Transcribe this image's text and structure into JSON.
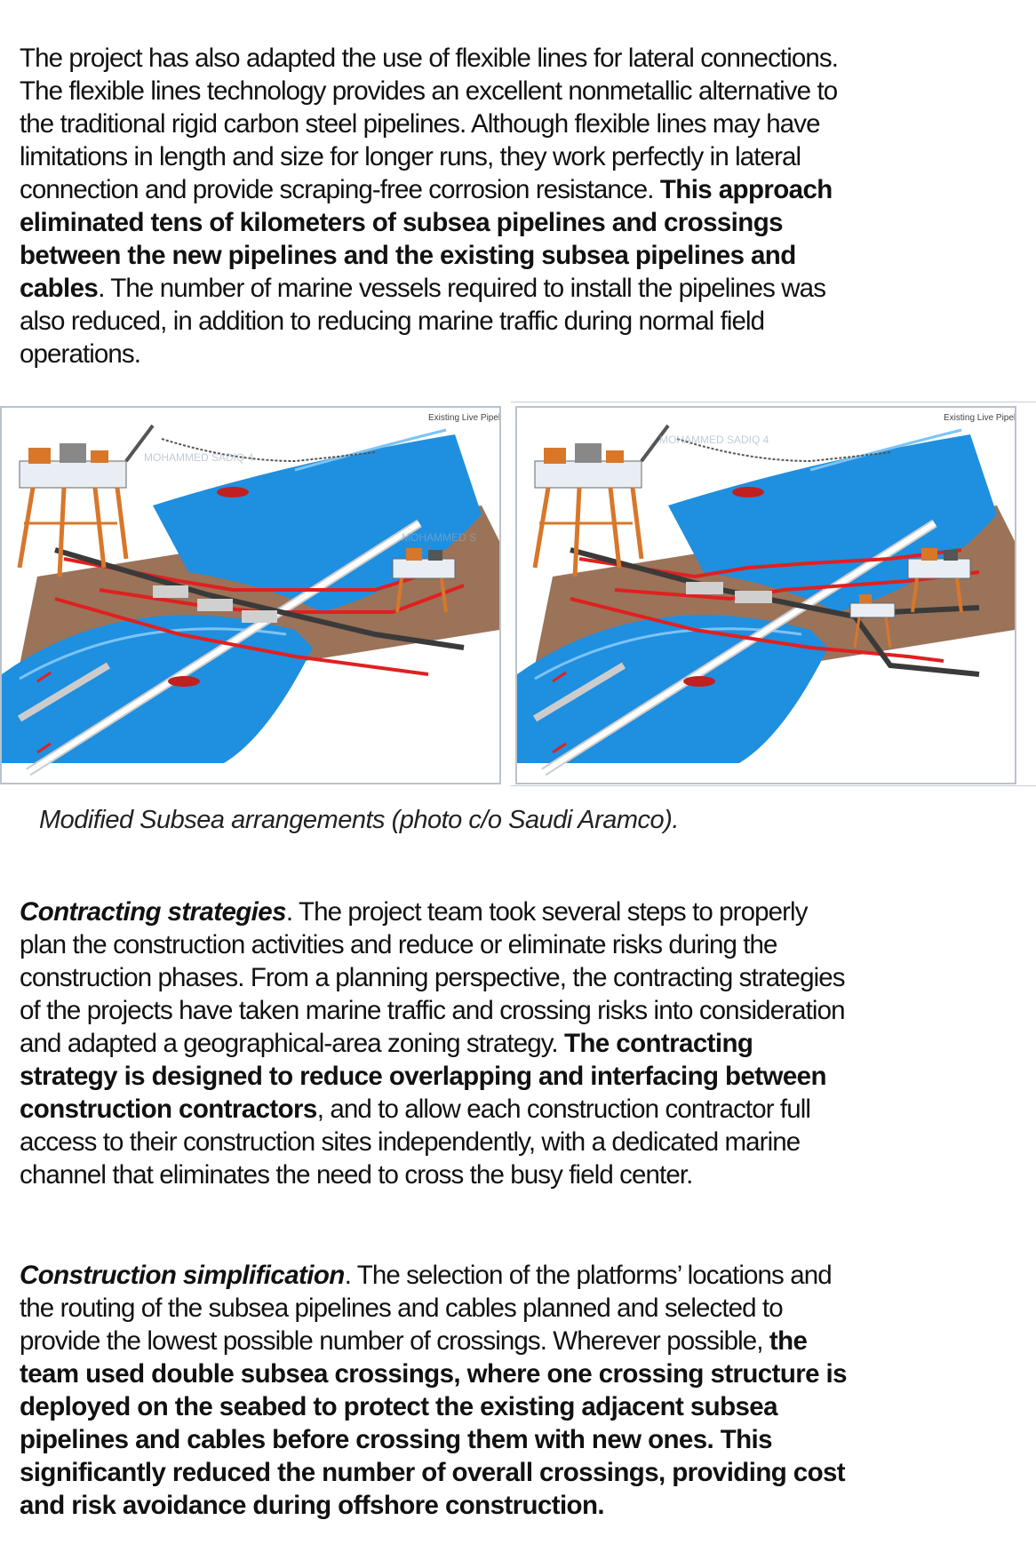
{
  "paragraph1": {
    "text_a": "The project has also adapted the use of flexible lines for lateral connections. The flexible lines technology provides an excellent nonmetallic alternative to the traditional rigid carbon steel pipelines. Although flexible lines may have limitations in length and size for longer runs, they work perfectly in lateral connection and provide scraping-free corrosion resistance. ",
    "bold_a": "This approach eliminated tens of kilometers of subsea pipelines and crossings between the new pipelines and the existing subsea pipelines and cables",
    "text_b": ". The number of marine vessels required to install the pipelines was also reduced, in addition to reducing marine traffic during normal field operations."
  },
  "figures": {
    "left_label": "Existing Live Pipelines & Cables",
    "right_label": "Existing Live Pipelines & Cables",
    "left_watermark": "MOHAMMED SADIQ 4",
    "right_watermark": "MOHAMMED SADIQ 4",
    "mid_watermark": "MOHAMMED S",
    "colors": {
      "sea": "#1f8fe0",
      "seabed": "#8a5a3c",
      "new_pipe": "#e02020",
      "existing_pipe": "#3a3a3a",
      "jacket": "#d8772a"
    }
  },
  "caption": "Modified Subsea arrangements (photo c/o Saudi Aramco).",
  "paragraph2": {
    "heading": "Contracting strategies",
    "text_a": ". The project team took several steps to properly plan the construction activities and reduce or eliminate risks during the construction phases. From a planning perspective, the contracting strategies of the projects have taken marine traffic and crossing risks into consideration and adapted a geographical-area zoning strategy. ",
    "bold_a": "The contracting strategy is designed to reduce overlapping and interfacing between construction contractors",
    "text_b": ", and to allow each construction contractor full access to their construction sites independently, with a dedicated marine channel that eliminates the need to cross the busy field center."
  },
  "paragraph3": {
    "heading": "Construction simplification",
    "text_a": ". The selection of the platforms’ locations and the routing of the subsea pipelines and cables planned and selected to provide the lowest possible number of crossings. Wherever possible, ",
    "bold_a": "the team used double subsea crossings, where one crossing structure is deployed on the seabed to protect the existing adjacent subsea pipelines and cables before crossing them with new ones. This significantly reduced the number of overall crossings, providing cost and risk avoidance during offshore construction."
  }
}
